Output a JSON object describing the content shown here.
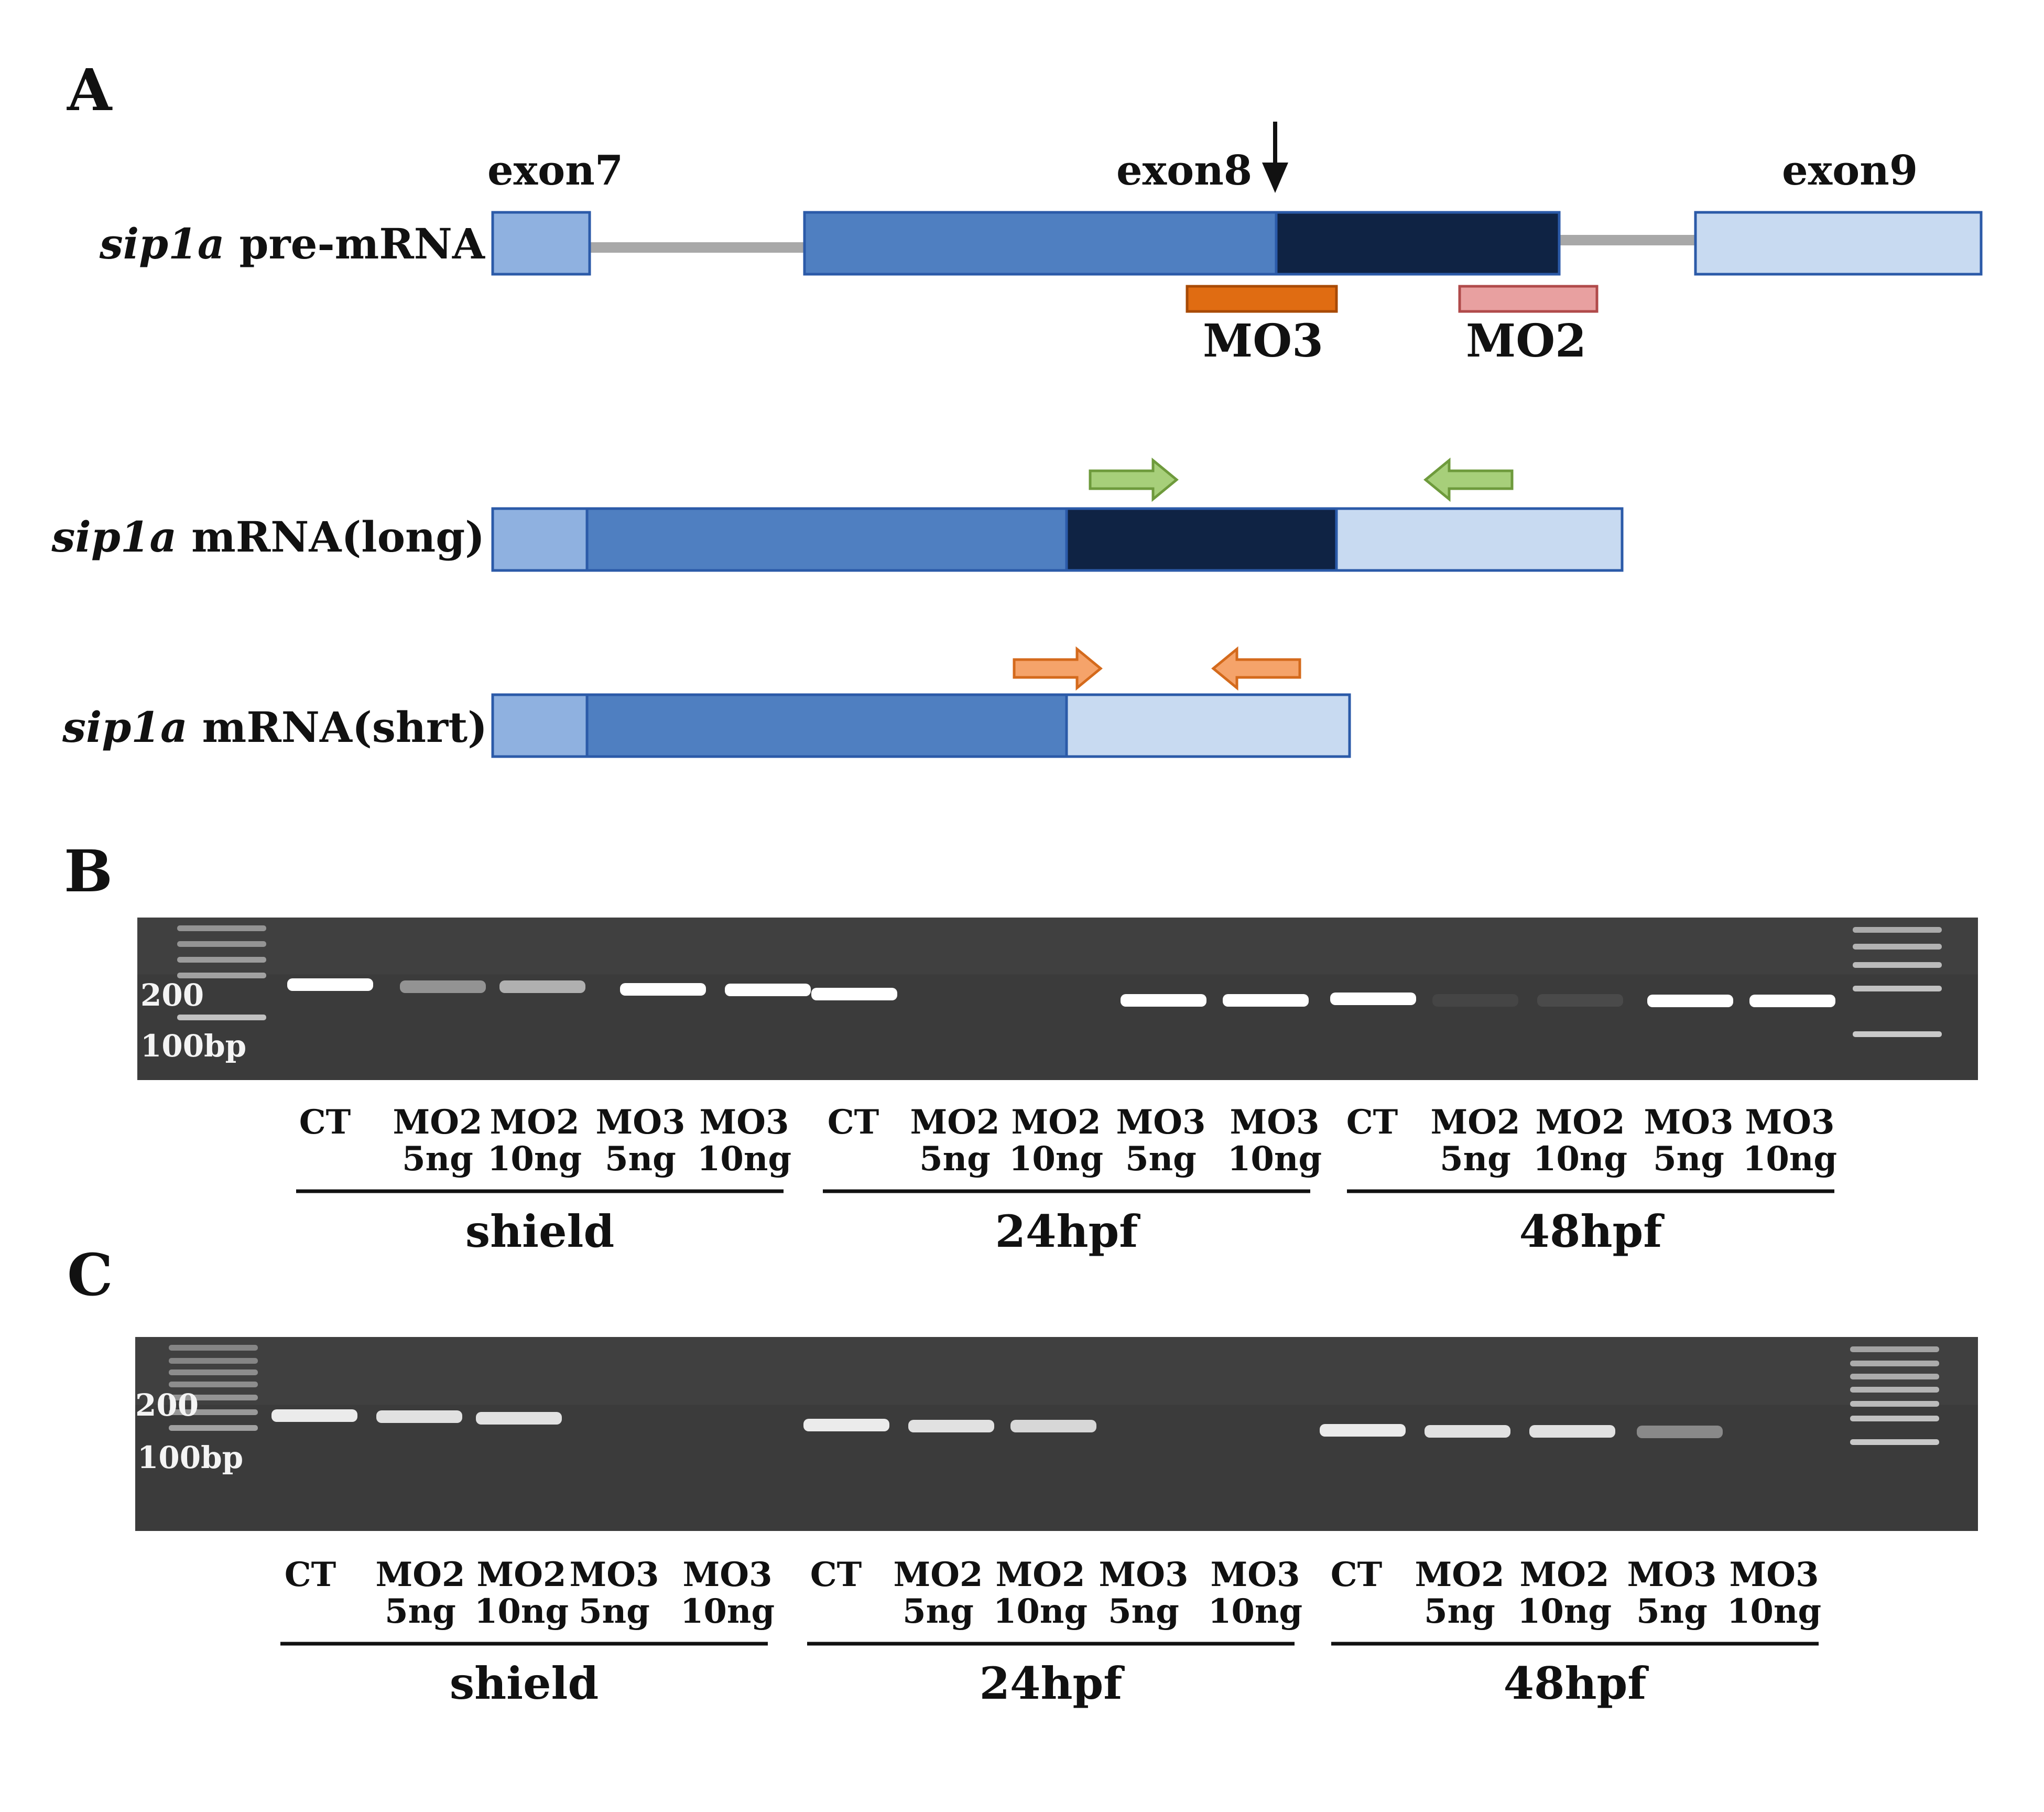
{
  "panels": {
    "a": "A",
    "b": "B",
    "c": "C"
  },
  "diagram": {
    "exons": [
      "exon7",
      "exon8",
      "exon9"
    ],
    "gene_italic": "sip1a",
    "transcripts": {
      "pre": " pre-mRNA",
      "long": " mRNA(long)",
      "short": " mRNA(shrt)"
    },
    "morpholinos": [
      "MO3",
      "MO2"
    ],
    "colors": {
      "exon_light": "#8fb1e0",
      "exon_mid": "#4f7fc1",
      "exon_dark": "#0f2344",
      "exon_pale": "#c8daf1",
      "intron": "#a8a8a8",
      "mo3": "#e06c12",
      "mo2": "#e8a0a0",
      "primer_long": "#a7cf7a",
      "primer_short": "#f5a36a"
    }
  },
  "gels": {
    "lane_labels": [
      [
        "CT"
      ],
      [
        "MO2",
        "5ng"
      ],
      [
        "MO2",
        "10ng"
      ],
      [
        "MO3",
        "5ng"
      ],
      [
        "MO3",
        "10ng"
      ],
      [
        "CT"
      ],
      [
        "MO2",
        "5ng"
      ],
      [
        "MO2",
        "10ng"
      ],
      [
        "MO3",
        "5ng"
      ],
      [
        "MO3",
        "10ng"
      ],
      [
        "CT"
      ],
      [
        "MO2",
        "5ng"
      ],
      [
        "MO2",
        "10ng"
      ],
      [
        "MO3",
        "5ng"
      ],
      [
        "MO3",
        "10ng"
      ]
    ],
    "groups": [
      "shield",
      "24hpf",
      "48hpf"
    ],
    "size_markers": [
      "200",
      "100bp"
    ],
    "gel_b": {
      "band_intensity": [
        1.0,
        0.45,
        0.6,
        1.0,
        1.0,
        1.0,
        0.0,
        0.0,
        1.0,
        1.0,
        1.0,
        0.05,
        0.08,
        1.0,
        1.0
      ]
    },
    "gel_c": {
      "band_intensity": [
        0.9,
        0.85,
        0.85,
        0.0,
        0.0,
        0.9,
        0.85,
        0.8,
        0.0,
        0.0,
        0.9,
        0.85,
        0.85,
        0.4,
        0.0
      ]
    }
  }
}
